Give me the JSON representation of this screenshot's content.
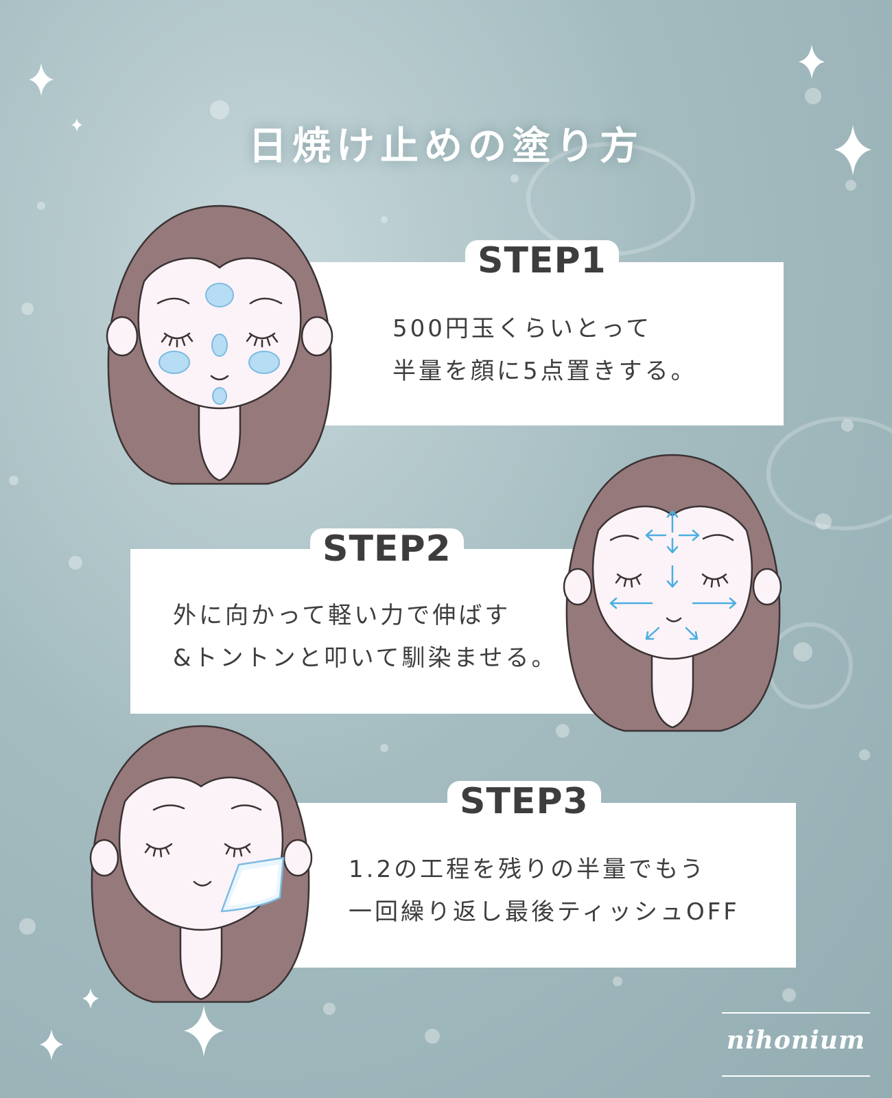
{
  "title": "日焼け止めの塗り方",
  "steps": [
    {
      "label": "STEP1",
      "lines": [
        "500円玉くらいとって",
        "半量を顔に5点置きする。"
      ]
    },
    {
      "label": "STEP2",
      "lines": [
        "外に向かって軽い力で伸ばす",
        "&トントンと叩いて馴染ませる。"
      ]
    },
    {
      "label": "STEP3",
      "lines": [
        "1.2の工程を残りの半量でもう",
        "一回繰り返し最後ティッシュOFF"
      ]
    }
  ],
  "brand": "nihonium",
  "colors": {
    "background": "#a4bcc0",
    "hair": "#96797b",
    "skin": "#fcf3f8",
    "cream": "#b6ddf3",
    "arrow": "#4aaee0",
    "text": "#3d3d3d"
  }
}
